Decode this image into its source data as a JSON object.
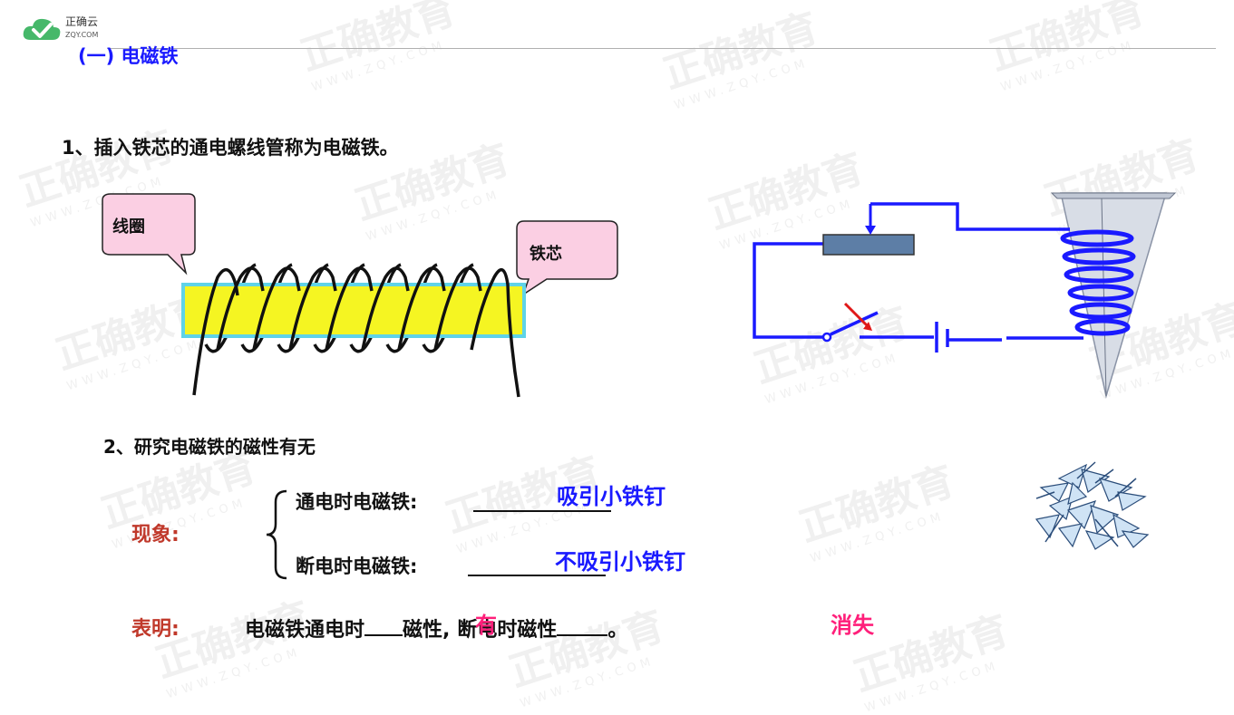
{
  "logo": {
    "name": "正确云",
    "sub": "ZQY.COM"
  },
  "watermark": {
    "text": "正确教育",
    "sub": "WWW.ZQY.COM"
  },
  "section_title": "(一) 电磁铁",
  "point1": "1、插入铁芯的通电螺线管称为电磁铁。",
  "callouts": {
    "coil": "线圈",
    "core": "铁芯"
  },
  "point2": "2、研究电磁铁的磁性有无",
  "phenomenon": {
    "label": "现象:",
    "on_text": "通电时电磁铁:",
    "on_answer": "吸引小铁钉",
    "off_text": "断电时电磁铁:",
    "off_answer": "不吸引小铁钉"
  },
  "conclusion": {
    "label": "表明:",
    "text_a": "电磁铁通电时",
    "text_b": "磁性,",
    "text_c": "断电时磁性",
    "text_d": "。",
    "answer_1": "有",
    "answer_2": "消失"
  },
  "colors": {
    "title_blue": "#1a1aff",
    "label_red": "#c0392b",
    "answer_pink": "#ff1f7a",
    "core_yellow": "#f5f522",
    "core_border": "#5fd3e8"
  }
}
